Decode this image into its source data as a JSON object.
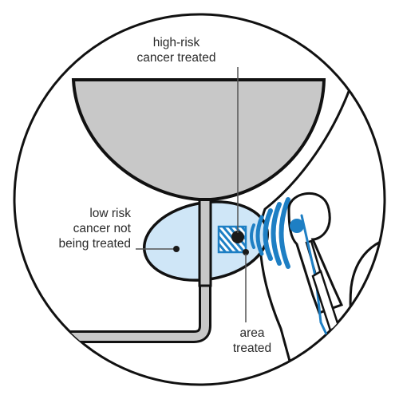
{
  "diagram": {
    "labels": {
      "high_risk": {
        "line1": "high-risk",
        "line2": "cancer treated"
      },
      "low_risk": {
        "line1": "low risk",
        "line2": "cancer not",
        "line3": "being treated"
      },
      "area": {
        "line1": "area",
        "line2": "treated"
      }
    },
    "colors": {
      "outline": "#111111",
      "bladder_fill": "#c8c8c8",
      "prostate_fill": "#cfe6f7",
      "ultrasound_blue": "#1e7fc4",
      "leader_line": "#555555",
      "background": "#ffffff"
    },
    "icons": {
      "ultrasound_waves": "ultrasound-waves-icon",
      "probe": "ultrasound-probe-icon"
    }
  }
}
